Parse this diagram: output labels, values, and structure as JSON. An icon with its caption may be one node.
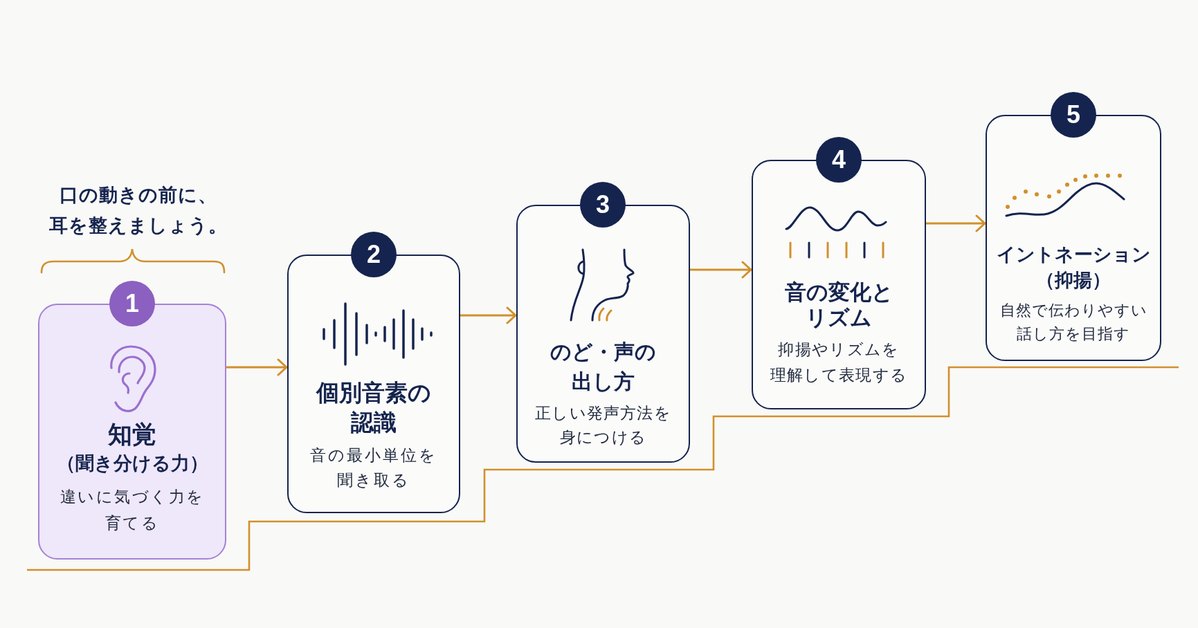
{
  "diagram": {
    "nodes": [
      {
        "text": [
          "1"
        ]
      },
      {
        "text": [
          "知覚",
          "（聞き分ける力）",
          "違いに気づく力を育てる"
        ]
      },
      {
        "text": [
          "2"
        ]
      },
      {
        "text": [
          "個別音素の認識",
          "音の最小単位を聞き取る"
        ]
      },
      {
        "text": [
          "3"
        ]
      },
      {
        "text": [
          "のど・声の出し方",
          "正しい発声方法を身につける"
        ]
      },
      {
        "text": [
          "4"
        ]
      },
      {
        "text": [
          "音の変化とリズム",
          "抑揚やリズムを理解して表現する"
        ]
      },
      {
        "text": [
          "5"
        ]
      },
      {
        "text": [
          "イントネーション（抑揚）",
          "自然で伝わりやすい話し方を目指す"
        ]
      }
    ],
    "edges": [
      {
        "from": 1,
        "to": 3,
        "arrow": "to"
      },
      {
        "from": 3,
        "to": 5,
        "arrow": "to"
      },
      {
        "from": 5,
        "to": 7,
        "arrow": "to"
      },
      {
        "from": 7,
        "to": 9,
        "arrow": "to"
      }
    ],
    "labels": [
      "口の動きの前に、耳を整えましょう。"
    ]
  }
}
